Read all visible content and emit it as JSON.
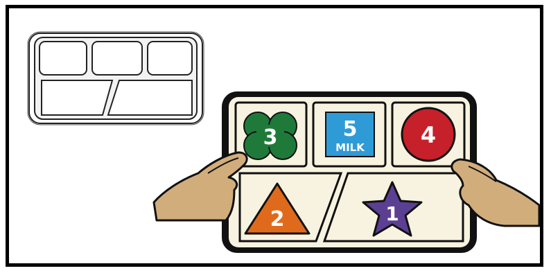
{
  "illustration": {
    "numbers": {
      "clover": "3",
      "milk": "5",
      "circle": "4",
      "triangle": "2",
      "star": "1"
    },
    "milk_label": "MILK",
    "colors": {
      "frame": "#000000",
      "tray_fill": "#f7f3e0",
      "tray_outline": "#111111",
      "clover": "#1f7a3a",
      "milk_box": "#2f9bd6",
      "circle": "#c6202a",
      "triangle": "#e06a1b",
      "star": "#5b3f93",
      "skin": "#d2ad7c",
      "text": "#ffffff"
    },
    "icons": [
      "empty-tray-icon",
      "clover-icon",
      "milk-carton-icon",
      "circle-icon",
      "triangle-icon",
      "star-icon",
      "hand-icon"
    ]
  }
}
